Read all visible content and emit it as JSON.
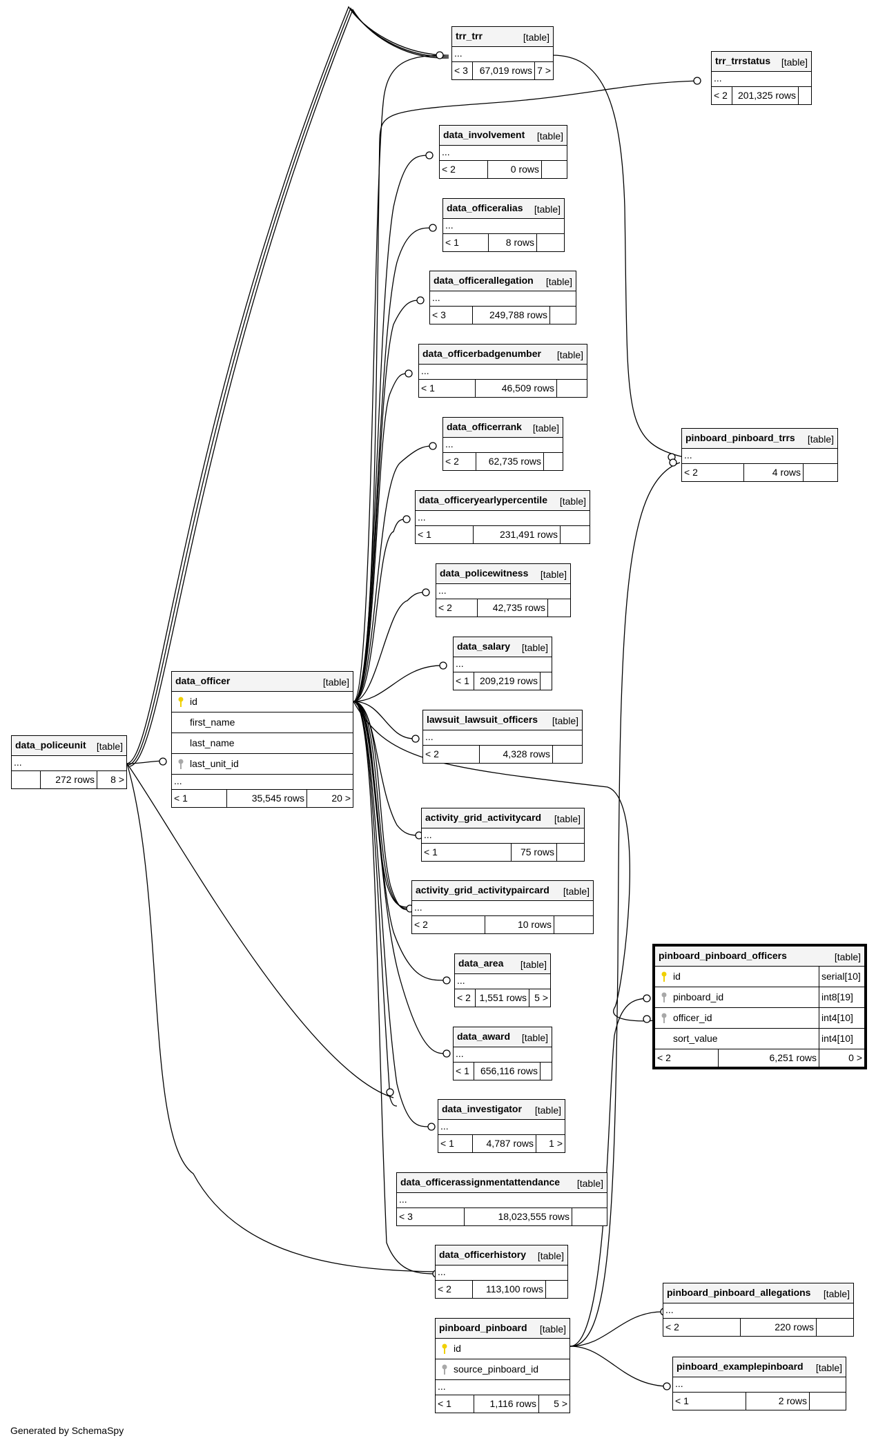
{
  "colors": {
    "line": "#000000",
    "header_bg": "#f4f4f4",
    "pk_key": "#f0d000",
    "fk_key": "#a8a8a8"
  },
  "footer": "Generated by SchemaSpy",
  "tables": {
    "trr_trr": {
      "name": "trr_trr",
      "type": "[table]",
      "ellipsis": "...",
      "foot": [
        "< 3",
        "67,019 rows",
        "7 >"
      ]
    },
    "trr_trrstatus": {
      "name": "trr_trrstatus",
      "type": "[table]",
      "ellipsis": "...",
      "foot": [
        "< 2",
        "201,325 rows",
        ""
      ]
    },
    "data_involvement": {
      "name": "data_involvement",
      "type": "[table]",
      "ellipsis": "...",
      "foot": [
        "< 2",
        "0 rows",
        ""
      ]
    },
    "data_officeralias": {
      "name": "data_officeralias",
      "type": "[table]",
      "ellipsis": "...",
      "foot": [
        "< 1",
        "8 rows",
        ""
      ]
    },
    "data_officerallegation": {
      "name": "data_officerallegation",
      "type": "[table]",
      "ellipsis": "...",
      "foot": [
        "< 3",
        "249,788 rows",
        ""
      ]
    },
    "data_officerbadgenumber": {
      "name": "data_officerbadgenumber",
      "type": "[table]",
      "ellipsis": "...",
      "foot": [
        "< 1",
        "46,509 rows",
        ""
      ]
    },
    "data_officerrank": {
      "name": "data_officerrank",
      "type": "[table]",
      "ellipsis": "...",
      "foot": [
        "< 2",
        "62,735 rows",
        ""
      ]
    },
    "data_officeryearlypercentile": {
      "name": "data_officeryearlypercentile",
      "type": "[table]",
      "ellipsis": "...",
      "foot": [
        "< 1",
        "231,491 rows",
        ""
      ]
    },
    "data_policewitness": {
      "name": "data_policewitness",
      "type": "[table]",
      "ellipsis": "...",
      "foot": [
        "< 2",
        "42,735 rows",
        ""
      ]
    },
    "data_salary": {
      "name": "data_salary",
      "type": "[table]",
      "ellipsis": "...",
      "foot": [
        "< 1",
        "209,219 rows",
        ""
      ]
    },
    "lawsuit_lawsuit_officers": {
      "name": "lawsuit_lawsuit_officers",
      "type": "[table]",
      "ellipsis": "...",
      "foot": [
        "< 2",
        "4,328 rows",
        ""
      ]
    },
    "activity_grid_activitycard": {
      "name": "activity_grid_activitycard",
      "type": "[table]",
      "ellipsis": "...",
      "foot": [
        "< 1",
        "75 rows",
        ""
      ]
    },
    "activity_grid_activitypaircard": {
      "name": "activity_grid_activitypaircard",
      "type": "[table]",
      "ellipsis": "...",
      "foot": [
        "< 2",
        "10 rows",
        ""
      ]
    },
    "data_area": {
      "name": "data_area",
      "type": "[table]",
      "ellipsis": "...",
      "foot": [
        "< 2",
        "1,551 rows",
        "5 >"
      ]
    },
    "data_award": {
      "name": "data_award",
      "type": "[table]",
      "ellipsis": "...",
      "foot": [
        "< 1",
        "656,116 rows",
        ""
      ]
    },
    "data_investigator": {
      "name": "data_investigator",
      "type": "[table]",
      "ellipsis": "...",
      "foot": [
        "< 1",
        "4,787 rows",
        "1 >"
      ]
    },
    "data_officerassignmentattendance": {
      "name": "data_officerassignmentattendance",
      "type": "[table]",
      "ellipsis": "...",
      "foot": [
        "< 3",
        "18,023,555 rows",
        ""
      ]
    },
    "data_officerhistory": {
      "name": "data_officerhistory",
      "type": "[table]",
      "ellipsis": "...",
      "foot": [
        "< 2",
        "113,100 rows",
        ""
      ]
    },
    "pinboard_pinboard_trrs": {
      "name": "pinboard_pinboard_trrs",
      "type": "[table]",
      "ellipsis": "...",
      "foot": [
        "< 2",
        "4 rows",
        ""
      ]
    },
    "pinboard_pinboard_allegations": {
      "name": "pinboard_pinboard_allegations",
      "type": "[table]",
      "ellipsis": "...",
      "foot": [
        "< 2",
        "220 rows",
        ""
      ]
    },
    "pinboard_examplepinboard": {
      "name": "pinboard_examplepinboard",
      "type": "[table]",
      "ellipsis": "...",
      "foot": [
        "< 1",
        "2 rows",
        ""
      ]
    },
    "data_policeunit": {
      "name": "data_policeunit",
      "type": "[table]",
      "ellipsis": "...",
      "foot": [
        "",
        "272 rows",
        "8 >"
      ]
    },
    "data_officer": {
      "name": "data_officer",
      "type": "[table]",
      "columns": [
        {
          "name": "id",
          "key": "pk"
        },
        {
          "name": "first_name",
          "key": ""
        },
        {
          "name": "last_name",
          "key": ""
        },
        {
          "name": "last_unit_id",
          "key": "fk"
        }
      ],
      "ellipsis": "...",
      "foot": [
        "< 1",
        "35,545 rows",
        "20 >"
      ]
    },
    "pinboard_pinboard": {
      "name": "pinboard_pinboard",
      "type": "[table]",
      "columns": [
        {
          "name": "id",
          "key": "pk"
        },
        {
          "name": "source_pinboard_id",
          "key": "fk"
        }
      ],
      "ellipsis": "...",
      "foot": [
        "< 1",
        "1,116 rows",
        "5 >"
      ]
    },
    "pinboard_pinboard_officers": {
      "name": "pinboard_pinboard_officers",
      "type": "[table]",
      "columns": [
        {
          "name": "id",
          "key": "pk",
          "type": "serial[10]"
        },
        {
          "name": "pinboard_id",
          "key": "fk",
          "type": "int8[19]"
        },
        {
          "name": "officer_id",
          "key": "fk",
          "type": "int4[10]"
        },
        {
          "name": "sort_value",
          "key": "",
          "type": "int4[10]"
        }
      ],
      "foot": [
        "< 2",
        "6,251 rows",
        "0 >"
      ]
    }
  }
}
